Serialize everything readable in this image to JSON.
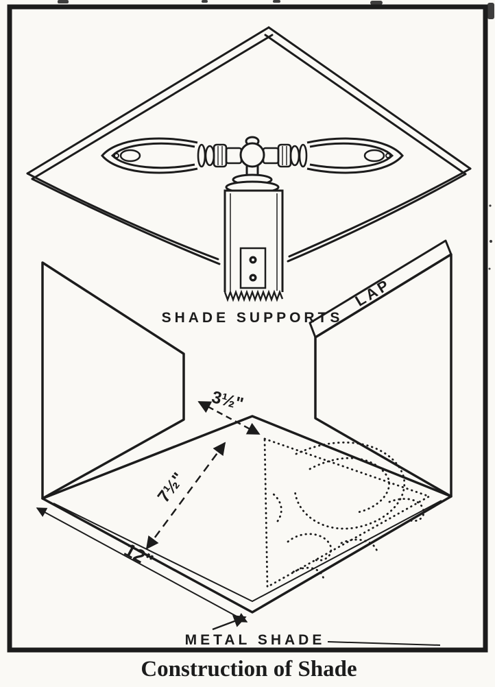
{
  "page": {
    "caption": "Construction of Shade"
  },
  "colors": {
    "ink": "#1c1c1c",
    "paper": "#faf9f5"
  },
  "diagram": {
    "labels": {
      "shade_supports": "SHADE SUPPORTS",
      "lap": "LAP",
      "metal_shade": "METAL SHADE"
    },
    "dimensions": {
      "corner": "3½\"",
      "depth": "7½\"",
      "base": "12\""
    }
  }
}
